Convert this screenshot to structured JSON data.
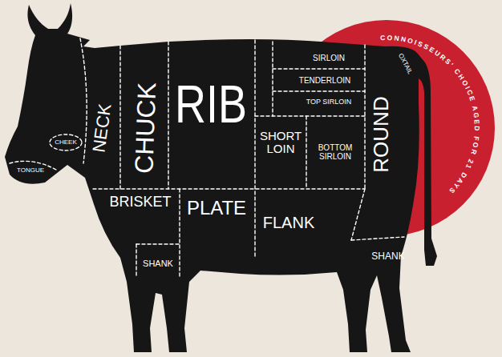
{
  "diagram": {
    "nodes": [
      {
        "text": [
          "CONNOISSEURS' CHOICE AGED FOR 21 DAYS"
        ]
      }
    ],
    "labels": [
      "CHEEK",
      "TONGUE",
      "NECK",
      "CHUCK",
      "RIB",
      "SIRLOIN",
      "TENDERLOIN",
      "TOP SIRLOIN",
      "SHORT LOIN",
      "BOTTOM SIRLOIN",
      "OXTAIL",
      "ROUND",
      "BRISKET",
      "PLATE",
      "FLANK",
      "SHANK",
      "SHANK"
    ]
  }
}
